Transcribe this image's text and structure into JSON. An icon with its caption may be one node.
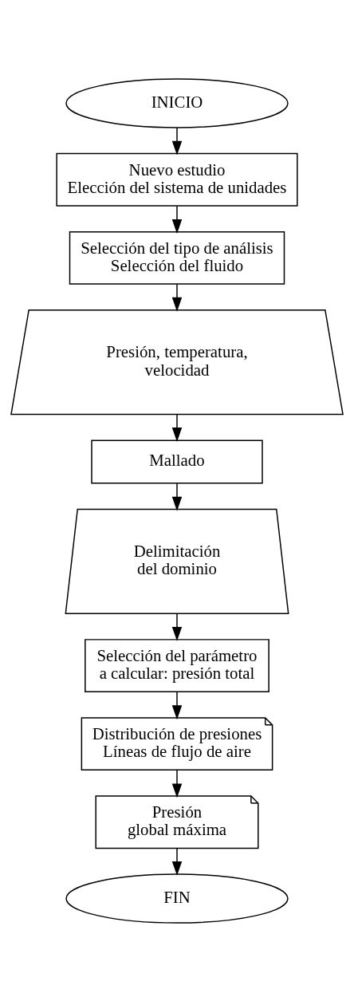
{
  "diagram": {
    "nodes": [
      {
        "text": [
          "INICIO"
        ]
      },
      {
        "text": [
          "Nuevo estudio",
          "Elección del sistema de unidades"
        ]
      },
      {
        "text": [
          "Selección del tipo de análisis",
          "Selección del fluido"
        ]
      },
      {
        "text": [
          "Presión, temperatura, velocidad"
        ]
      },
      {
        "text": [
          "Mallado"
        ]
      },
      {
        "text": [
          "Delimitación del dominio"
        ]
      },
      {
        "text": [
          "Selección del parámetro a calcular: presión total"
        ]
      },
      {
        "text": [
          "Distribución de presiones",
          "Líneas de flujo de aire"
        ]
      },
      {
        "text": [
          "Presión global máxima"
        ]
      },
      {
        "text": [
          "FIN"
        ]
      }
    ],
    "edges": [
      {
        "from": 0,
        "to": 1,
        "arrow": "to"
      },
      {
        "from": 1,
        "to": 2,
        "arrow": "to"
      },
      {
        "from": 2,
        "to": 3,
        "arrow": "to"
      },
      {
        "from": 3,
        "to": 4,
        "arrow": "to"
      },
      {
        "from": 4,
        "to": 5,
        "arrow": "to"
      },
      {
        "from": 5,
        "to": 6,
        "arrow": "to"
      },
      {
        "from": 6,
        "to": 7,
        "arrow": "to"
      },
      {
        "from": 7,
        "to": 8,
        "arrow": "to"
      },
      {
        "from": 8,
        "to": 9,
        "arrow": "to"
      }
    ]
  }
}
